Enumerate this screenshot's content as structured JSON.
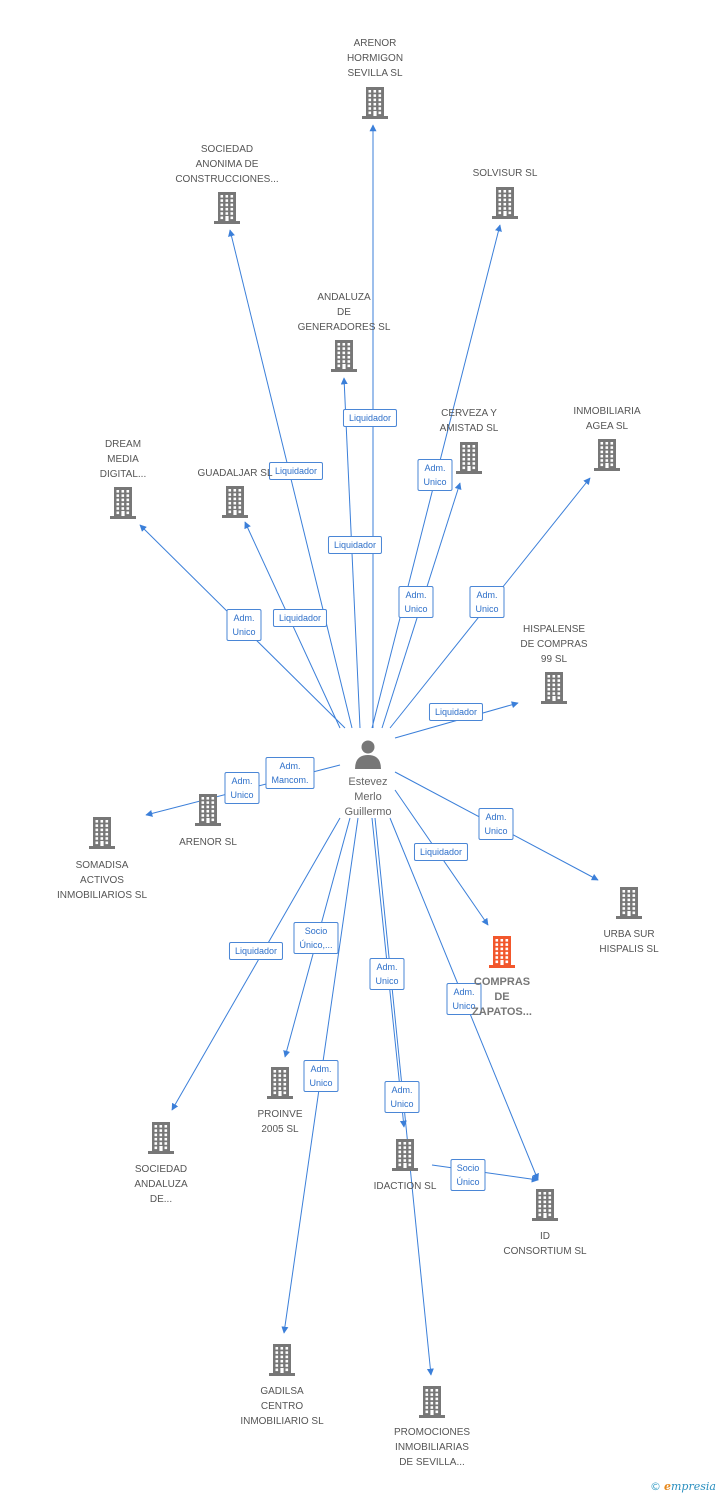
{
  "colors": {
    "edge": "#3b7fd9",
    "building": "#777777",
    "building_highlight": "#f2572c",
    "person": "#777777",
    "label": "#555555"
  },
  "center": {
    "lines": [
      "Estevez",
      "Merlo",
      "Guillermo"
    ],
    "icon": "person-icon"
  },
  "companies": [
    {
      "id": "arenor-hormigon",
      "lines": [
        "ARENOR",
        "HORMIGON",
        "SEVILLA SL"
      ]
    },
    {
      "id": "sociedad-anonima",
      "lines": [
        "SOCIEDAD",
        "ANONIMA DE",
        "CONSTRUCCIONES..."
      ]
    },
    {
      "id": "solvisur",
      "lines": [
        "SOLVISUR SL"
      ]
    },
    {
      "id": "andaluza-generadores",
      "lines": [
        "ANDALUZA",
        "DE",
        "GENERADORES SL"
      ]
    },
    {
      "id": "cerveza-amistad",
      "lines": [
        "CERVEZA Y",
        "AMISTAD SL"
      ]
    },
    {
      "id": "inmobiliaria-agea",
      "lines": [
        "INMOBILIARIA",
        "AGEA SL"
      ]
    },
    {
      "id": "dream-media",
      "lines": [
        "DREAM",
        "MEDIA",
        "DIGITAL..."
      ]
    },
    {
      "id": "guadaljar",
      "lines": [
        "GUADALJAR SL"
      ]
    },
    {
      "id": "hispalense",
      "lines": [
        "HISPALENSE",
        "DE COMPRAS",
        "99 SL"
      ]
    },
    {
      "id": "arenor",
      "lines": [
        "ARENOR SL"
      ]
    },
    {
      "id": "somadisa",
      "lines": [
        "SOMADISA",
        "ACTIVOS",
        "INMOBILIARIOS SL"
      ]
    },
    {
      "id": "urba-sur",
      "lines": [
        "URBA SUR",
        "HISPALIS SL"
      ]
    },
    {
      "id": "compras-zapatos",
      "lines": [
        "COMPRAS",
        "DE",
        "ZAPATOS..."
      ],
      "highlight": true
    },
    {
      "id": "proinve",
      "lines": [
        "PROINVE",
        "2005 SL"
      ]
    },
    {
      "id": "sociedad-andaluza",
      "lines": [
        "SOCIEDAD",
        "ANDALUZA",
        "DE..."
      ]
    },
    {
      "id": "idaction",
      "lines": [
        "IDACTION SL"
      ]
    },
    {
      "id": "id-consortium",
      "lines": [
        "ID",
        "CONSORTIUM SL"
      ]
    },
    {
      "id": "gadilsa",
      "lines": [
        "GADILSA",
        "CENTRO",
        "INMOBILIARIO SL"
      ]
    },
    {
      "id": "promociones",
      "lines": [
        "PROMOCIONES",
        "INMOBILIARIAS",
        "DE SEVILLA..."
      ]
    }
  ],
  "relations": [
    {
      "to": "arenor-hormigon",
      "lines": []
    },
    {
      "to": "sociedad-anonima",
      "lines": [
        "Liquidador"
      ]
    },
    {
      "to": "andaluza-generadores",
      "lines": [
        "Liquidador"
      ]
    },
    {
      "to": "solvisur",
      "lines": [
        "Adm.",
        "Unico"
      ]
    },
    {
      "to": "cerveza-amistad",
      "lines": [
        "Adm.",
        "Unico"
      ]
    },
    {
      "to": "inmobiliaria-agea",
      "lines": [
        "Adm.",
        "Unico"
      ]
    },
    {
      "to": "dream-media",
      "lines": [
        "Adm.",
        "Unico"
      ]
    },
    {
      "to": "guadaljar",
      "lines": [
        "Liquidador"
      ]
    },
    {
      "to": "arenor-hormigon",
      "lines": [
        "Liquidador"
      ]
    },
    {
      "to": "hispalense",
      "lines": [
        "Liquidador"
      ]
    },
    {
      "to": "arenor",
      "lines": [
        "Adm.",
        "Mancom."
      ]
    },
    {
      "to": "somadisa",
      "lines": [
        "Adm.",
        "Unico"
      ]
    },
    {
      "to": "urba-sur",
      "lines": [
        "Adm.",
        "Unico"
      ]
    },
    {
      "to": "compras-zapatos",
      "lines": [
        "Liquidador"
      ]
    },
    {
      "to": "proinve",
      "lines": [
        "Socio",
        "Único,..."
      ]
    },
    {
      "to": "sociedad-andaluza",
      "lines": [
        "Liquidador"
      ]
    },
    {
      "to": "idaction",
      "lines": [
        "Adm.",
        "Unico"
      ]
    },
    {
      "to": "id-consortium",
      "lines": [
        "Adm.",
        "Unico"
      ]
    },
    {
      "to": "gadilsa",
      "lines": [
        "Adm.",
        "Unico"
      ]
    },
    {
      "to": "promociones",
      "lines": [
        "Adm.",
        "Unico"
      ]
    },
    {
      "from": "idaction",
      "to": "id-consortium",
      "lines": [
        "Socio",
        "Único"
      ]
    }
  ],
  "brand": {
    "copyright": "©",
    "initial": "e",
    "rest": "mpresia"
  }
}
